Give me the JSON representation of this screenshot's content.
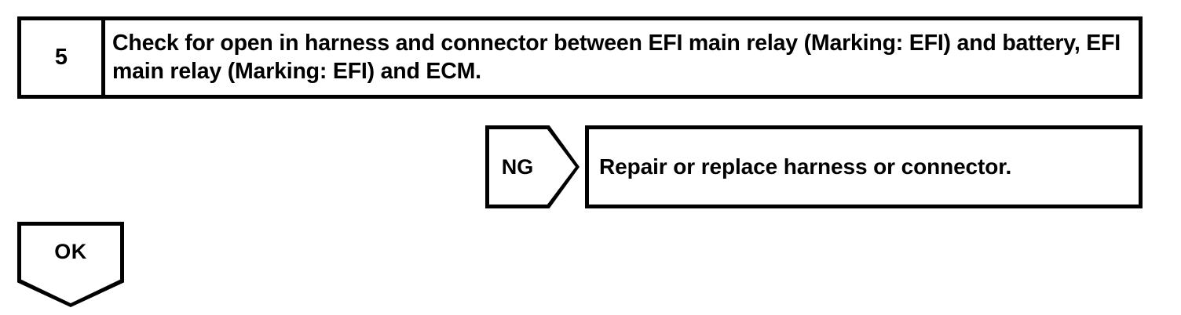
{
  "diagram": {
    "type": "troubleshooting-flowchart",
    "colors": {
      "ink": "#000000",
      "background": "#ffffff"
    },
    "step": {
      "number": "5",
      "instruction": "Check for open in harness and connector between EFI main relay (Marking: EFI) and battery, EFI main relay (Marking: EFI) and ECM."
    },
    "branches": [
      {
        "tag": "NG",
        "tag_shape": "right-pointing-pentagon",
        "result": "Repair or replace harness or connector."
      },
      {
        "tag": "OK",
        "tag_shape": "down-pointing-pentagon",
        "result": ""
      }
    ],
    "ng_branch": {
      "label": "NG",
      "result_text": "Repair or replace harness or connector."
    },
    "ok_branch": {
      "label": "OK"
    }
  }
}
